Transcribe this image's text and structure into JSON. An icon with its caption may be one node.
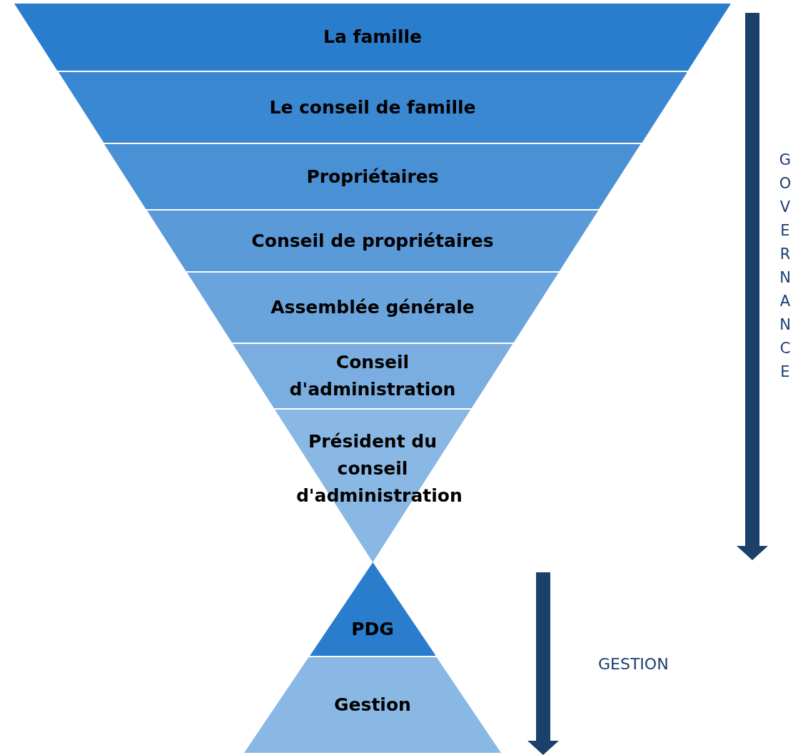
{
  "diagram": {
    "nodes": [
      {
        "text": [
          "La famille"
        ]
      },
      {
        "text": [
          "Le conseil de famille"
        ]
      },
      {
        "text": [
          "Propriétaires"
        ]
      },
      {
        "text": [
          "Conseil de propriétaires"
        ]
      },
      {
        "text": [
          "Assemblée générale"
        ]
      },
      {
        "text": [
          "Conseil d'administration"
        ]
      },
      {
        "text": [
          "Président du conseil d'administration"
        ]
      },
      {
        "text": [
          "PDG"
        ]
      },
      {
        "text": [
          "Gestion"
        ]
      }
    ],
    "labels": [
      "GOVERNANCE",
      "GESTION"
    ]
  }
}
